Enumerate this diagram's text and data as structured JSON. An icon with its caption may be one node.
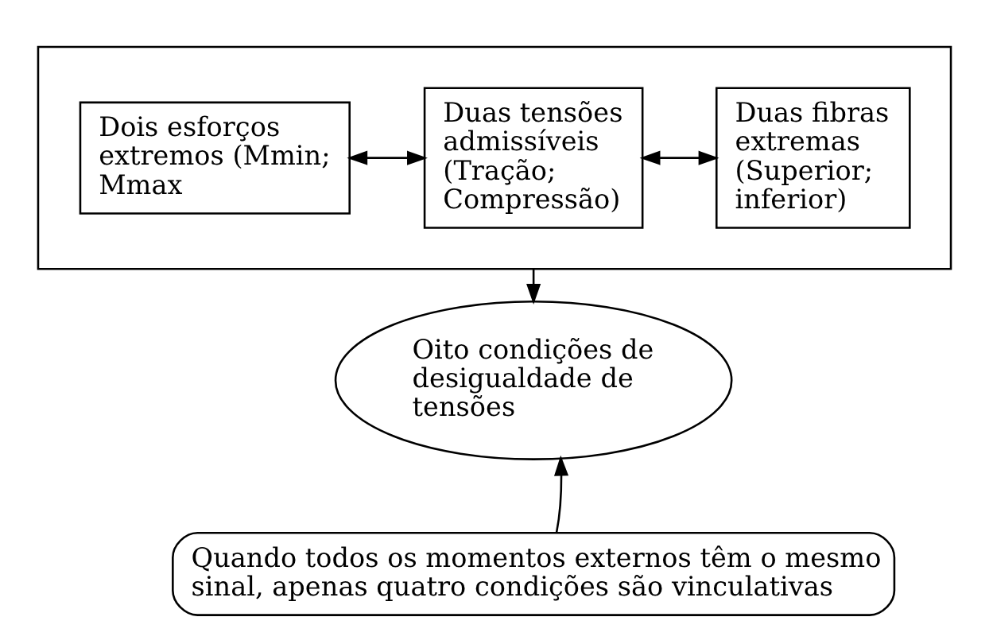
{
  "diagram": {
    "nodes": [
      {
        "text": [],
        "shape": "box"
      },
      {
        "text": [
          "Dois esforços extremos (Mmin; Mmax"
        ],
        "in": 0
      },
      {
        "text": [
          "Duas tensões admissíveis (Tração; Compressão)"
        ],
        "in": 0
      },
      {
        "text": [
          "Duas fibras extremas (Superior; inferior)"
        ],
        "in": 0
      },
      {
        "text": [
          "Oito condições de desigualdade de tensões"
        ]
      },
      {
        "text": [
          "Quando todos os momentos externos têm o mesmo sinal, apenas quatro condições são vinculativas"
        ]
      }
    ],
    "edges": [
      {
        "from": 1,
        "to": 2,
        "arrow": "both"
      },
      {
        "from": 2,
        "to": 3,
        "arrow": "both"
      },
      {
        "from": 0,
        "to": 4,
        "arrow": "to"
      },
      {
        "from": 5,
        "to": 4,
        "arrow": "to"
      }
    ]
  }
}
